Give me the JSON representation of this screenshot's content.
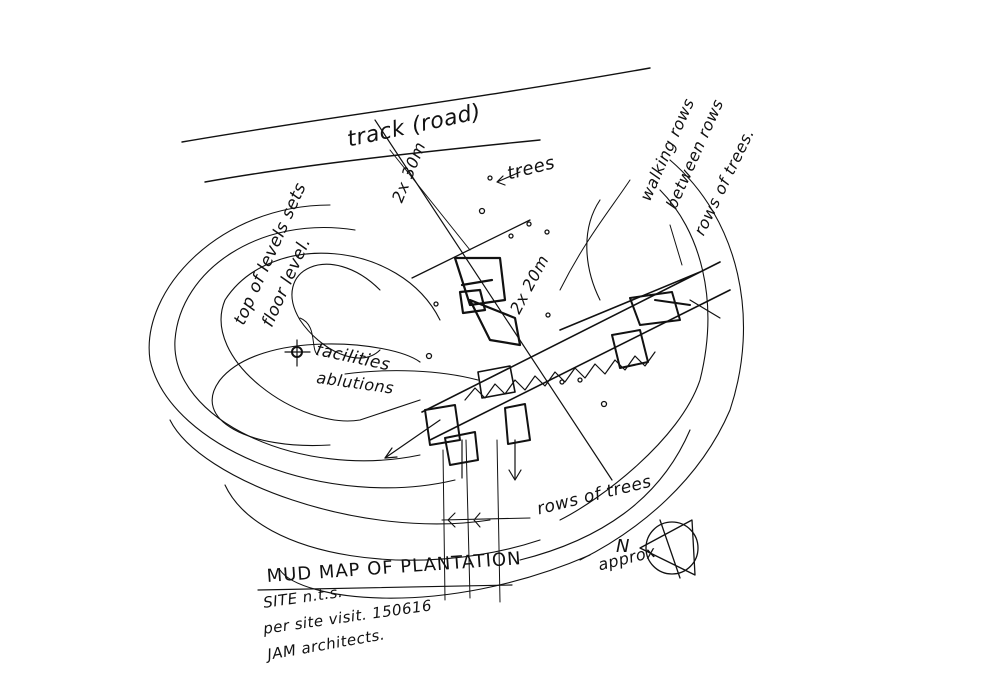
{
  "labels": {
    "track_road": "track (road)",
    "trees": "trees",
    "distance_top": "2x 30m",
    "distance_mid": "2x 20m",
    "walking_rows": "walking rows",
    "between_rows": "between rows",
    "rows_of_trees_top": "rows of trees.",
    "top_of_levels": "top of levels sets",
    "floor_level": "floor level.",
    "facilities": "facilities",
    "ablutions": "ablutions",
    "rows_of_trees_bottom": "rows of trees",
    "north_label": "N",
    "approx_label": "approx"
  },
  "title_block": {
    "title": "MUD MAP OF PLANTATION",
    "line1": "SITE n.t.s.",
    "line2": "per site visit. 150616",
    "line3": "JAM architects."
  }
}
